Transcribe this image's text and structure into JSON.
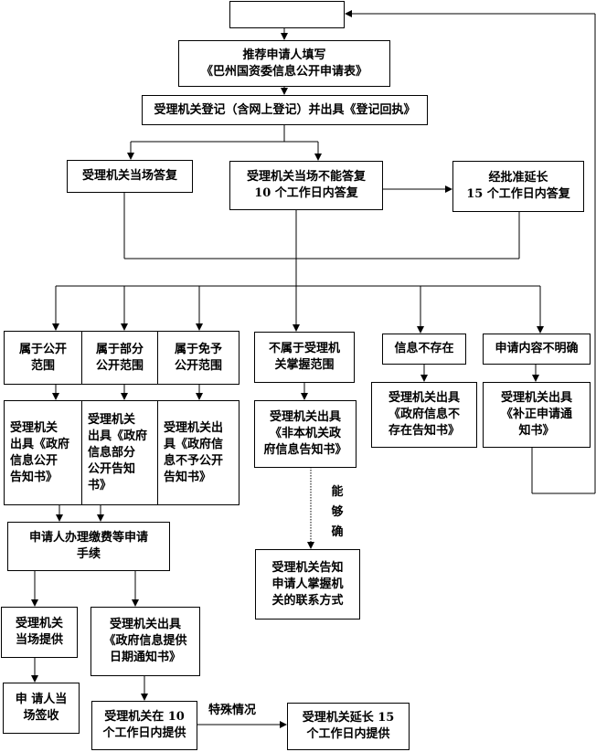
{
  "boxes": {
    "start": [],
    "recommend": [
      "推荐申请人填写",
      "《巴州国资委信息公开申请表》"
    ],
    "register": [
      "受理机关登记（含网上登记）并出具《登记回执》"
    ],
    "on_site_reply": [
      "受理机关当场答复"
    ],
    "cannot_reply": [
      "受理机关当场不能答复",
      "10 个工作日内答复"
    ],
    "extend": [
      "经批准延长",
      "15 个工作日内答复"
    ],
    "public": [
      "属于公开",
      "范围"
    ],
    "partial": [
      "属于部分",
      "公开范围"
    ],
    "exempt": [
      "属于免予",
      "公开范围"
    ],
    "not_in_scope": [
      "不属于受理机",
      "关掌握范围"
    ],
    "not_exist": [
      "信息不存在"
    ],
    "unclear": [
      "申请内容不明确"
    ],
    "notice_public": [
      "受理机关",
      "出具《政府",
      "信息公开",
      "告知书》"
    ],
    "notice_partial": [
      "受理机关",
      "出具《政府",
      "信息部分",
      "公开告知",
      "书》"
    ],
    "notice_exempt": [
      "受理机关出",
      "具《政府信",
      "息不予公开",
      "告知书》"
    ],
    "notice_nonorgan": [
      "受理机关出具",
      "《非本机关政",
      "府信息告知书》"
    ],
    "notice_notexist": [
      "受理机关出具",
      "《政府信息不",
      "存在告知书》"
    ],
    "notice_supplement": [
      "受理机关出具",
      "《补正申请通",
      "知书》"
    ],
    "fee": [
      "申请人办理缴费等申请",
      "手续"
    ],
    "inform_contact": [
      "受理机关告知",
      "申请人掌握机",
      "关的联系方式"
    ],
    "provide_onsite": [
      "受理机关",
      "当场提供"
    ],
    "date_notice": [
      "受理机关出具",
      "《政府信息提供",
      "日期通知书》"
    ],
    "sign": [
      "申 请人当",
      "场签收"
    ],
    "provide_10": [
      "受理机关在 10",
      "个工作日内提供"
    ],
    "provide_15": [
      "受理机关延长 15",
      "个工作日内提供"
    ]
  },
  "labels": {
    "special": "特殊情况",
    "can_determine": [
      "能",
      "够",
      "确"
    ]
  }
}
